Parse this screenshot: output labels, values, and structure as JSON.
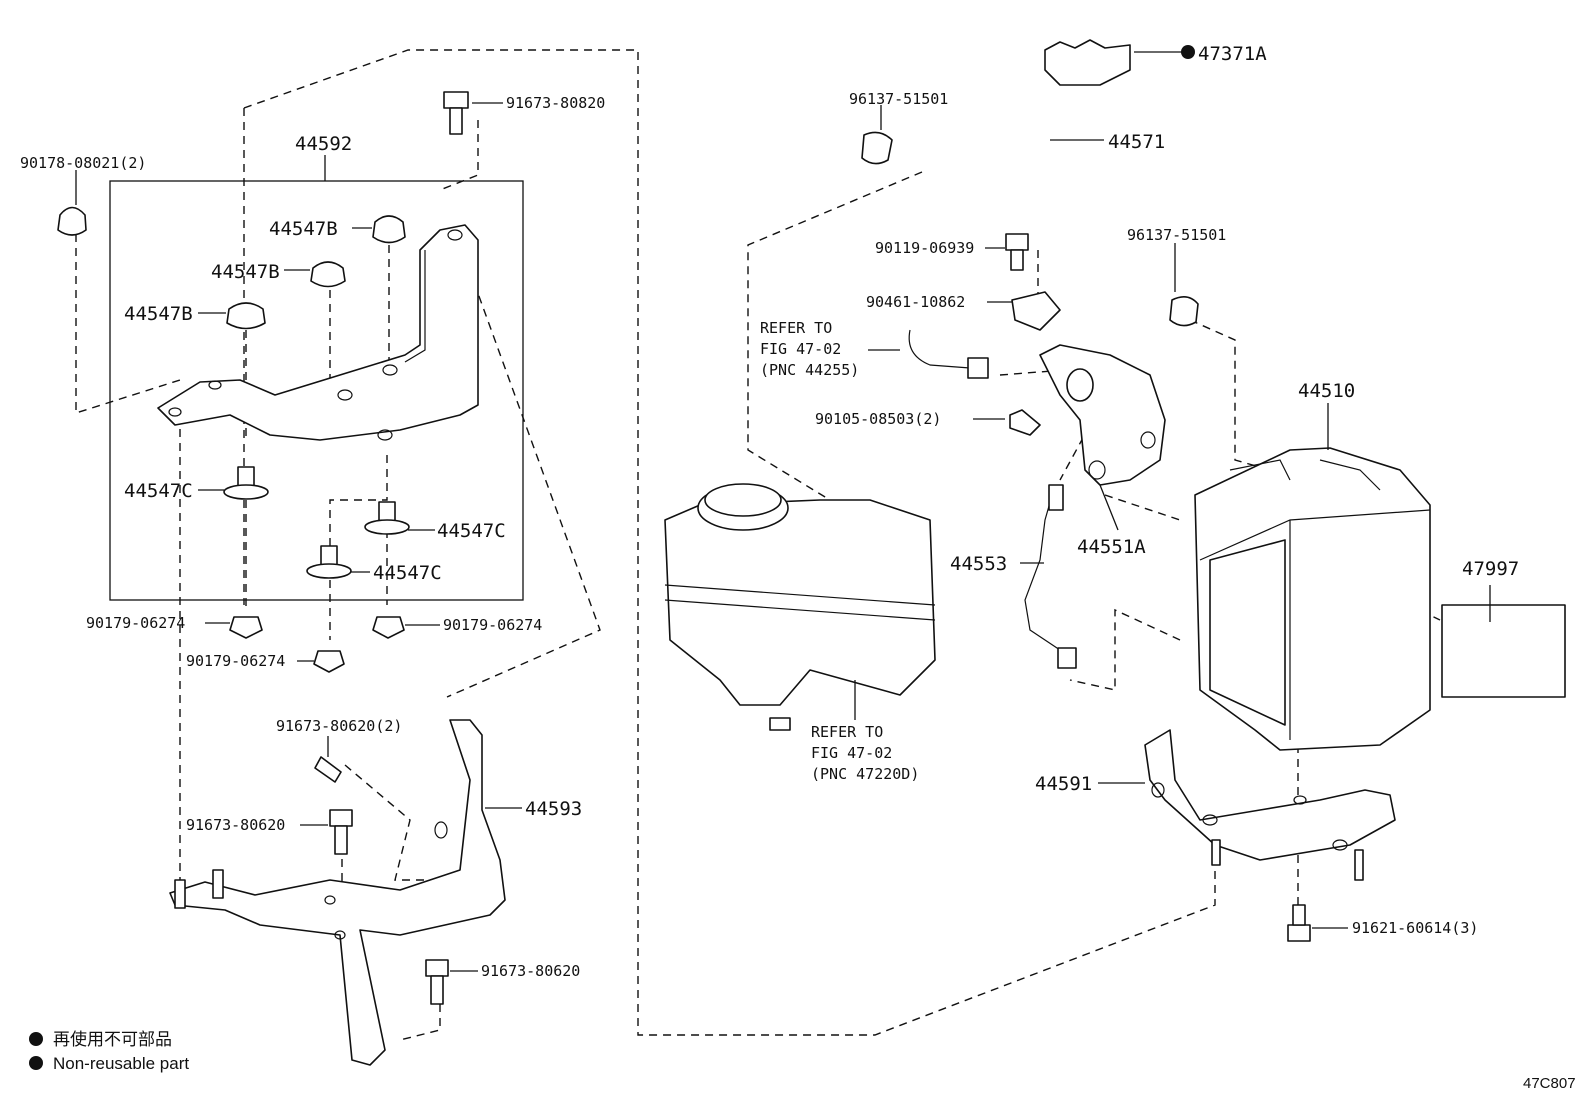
{
  "parts": {
    "p44592": "44592",
    "p44593": "44593",
    "p44591": "44591",
    "p44510": "44510",
    "p44571": "44571",
    "p44553": "44553",
    "p44551A": "44551A",
    "p47997": "47997",
    "p47371A": "47371A",
    "b44547_1": "44547B",
    "b44547_2": "44547B",
    "b44547_3": "44547B",
    "c44547_1": "44547C",
    "c44547_2": "44547C",
    "c44547_3": "44547C"
  },
  "numbers": {
    "n90178": "90178-08021(2)",
    "n91673_80820": "91673-80820",
    "n90179_a": "90179-06274",
    "n90179_b": "90179-06274",
    "n90179_c": "90179-06274",
    "n91673_80620_2": "91673-80620(2)",
    "n91673_80620_a": "91673-80620",
    "n91673_80620_b": "91673-80620",
    "n96137_a": "96137-51501",
    "n96137_b": "96137-51501",
    "n90119": "90119-06939",
    "n90461": "90461-10862",
    "n90105": "90105-08503(2)",
    "n91621": "91621-60614(3)"
  },
  "references": {
    "ref1_line1": "REFER TO",
    "ref1_line2": "FIG 47-02",
    "ref1_line3": "(PNC 44255)",
    "ref2_line1": "REFER TO",
    "ref2_line2": "FIG 47-02",
    "ref2_line3": "(PNC 47220D)"
  },
  "legend": {
    "jp": "再使用不可部品",
    "en": "Non-reusable part"
  },
  "figure_code": "47C807"
}
